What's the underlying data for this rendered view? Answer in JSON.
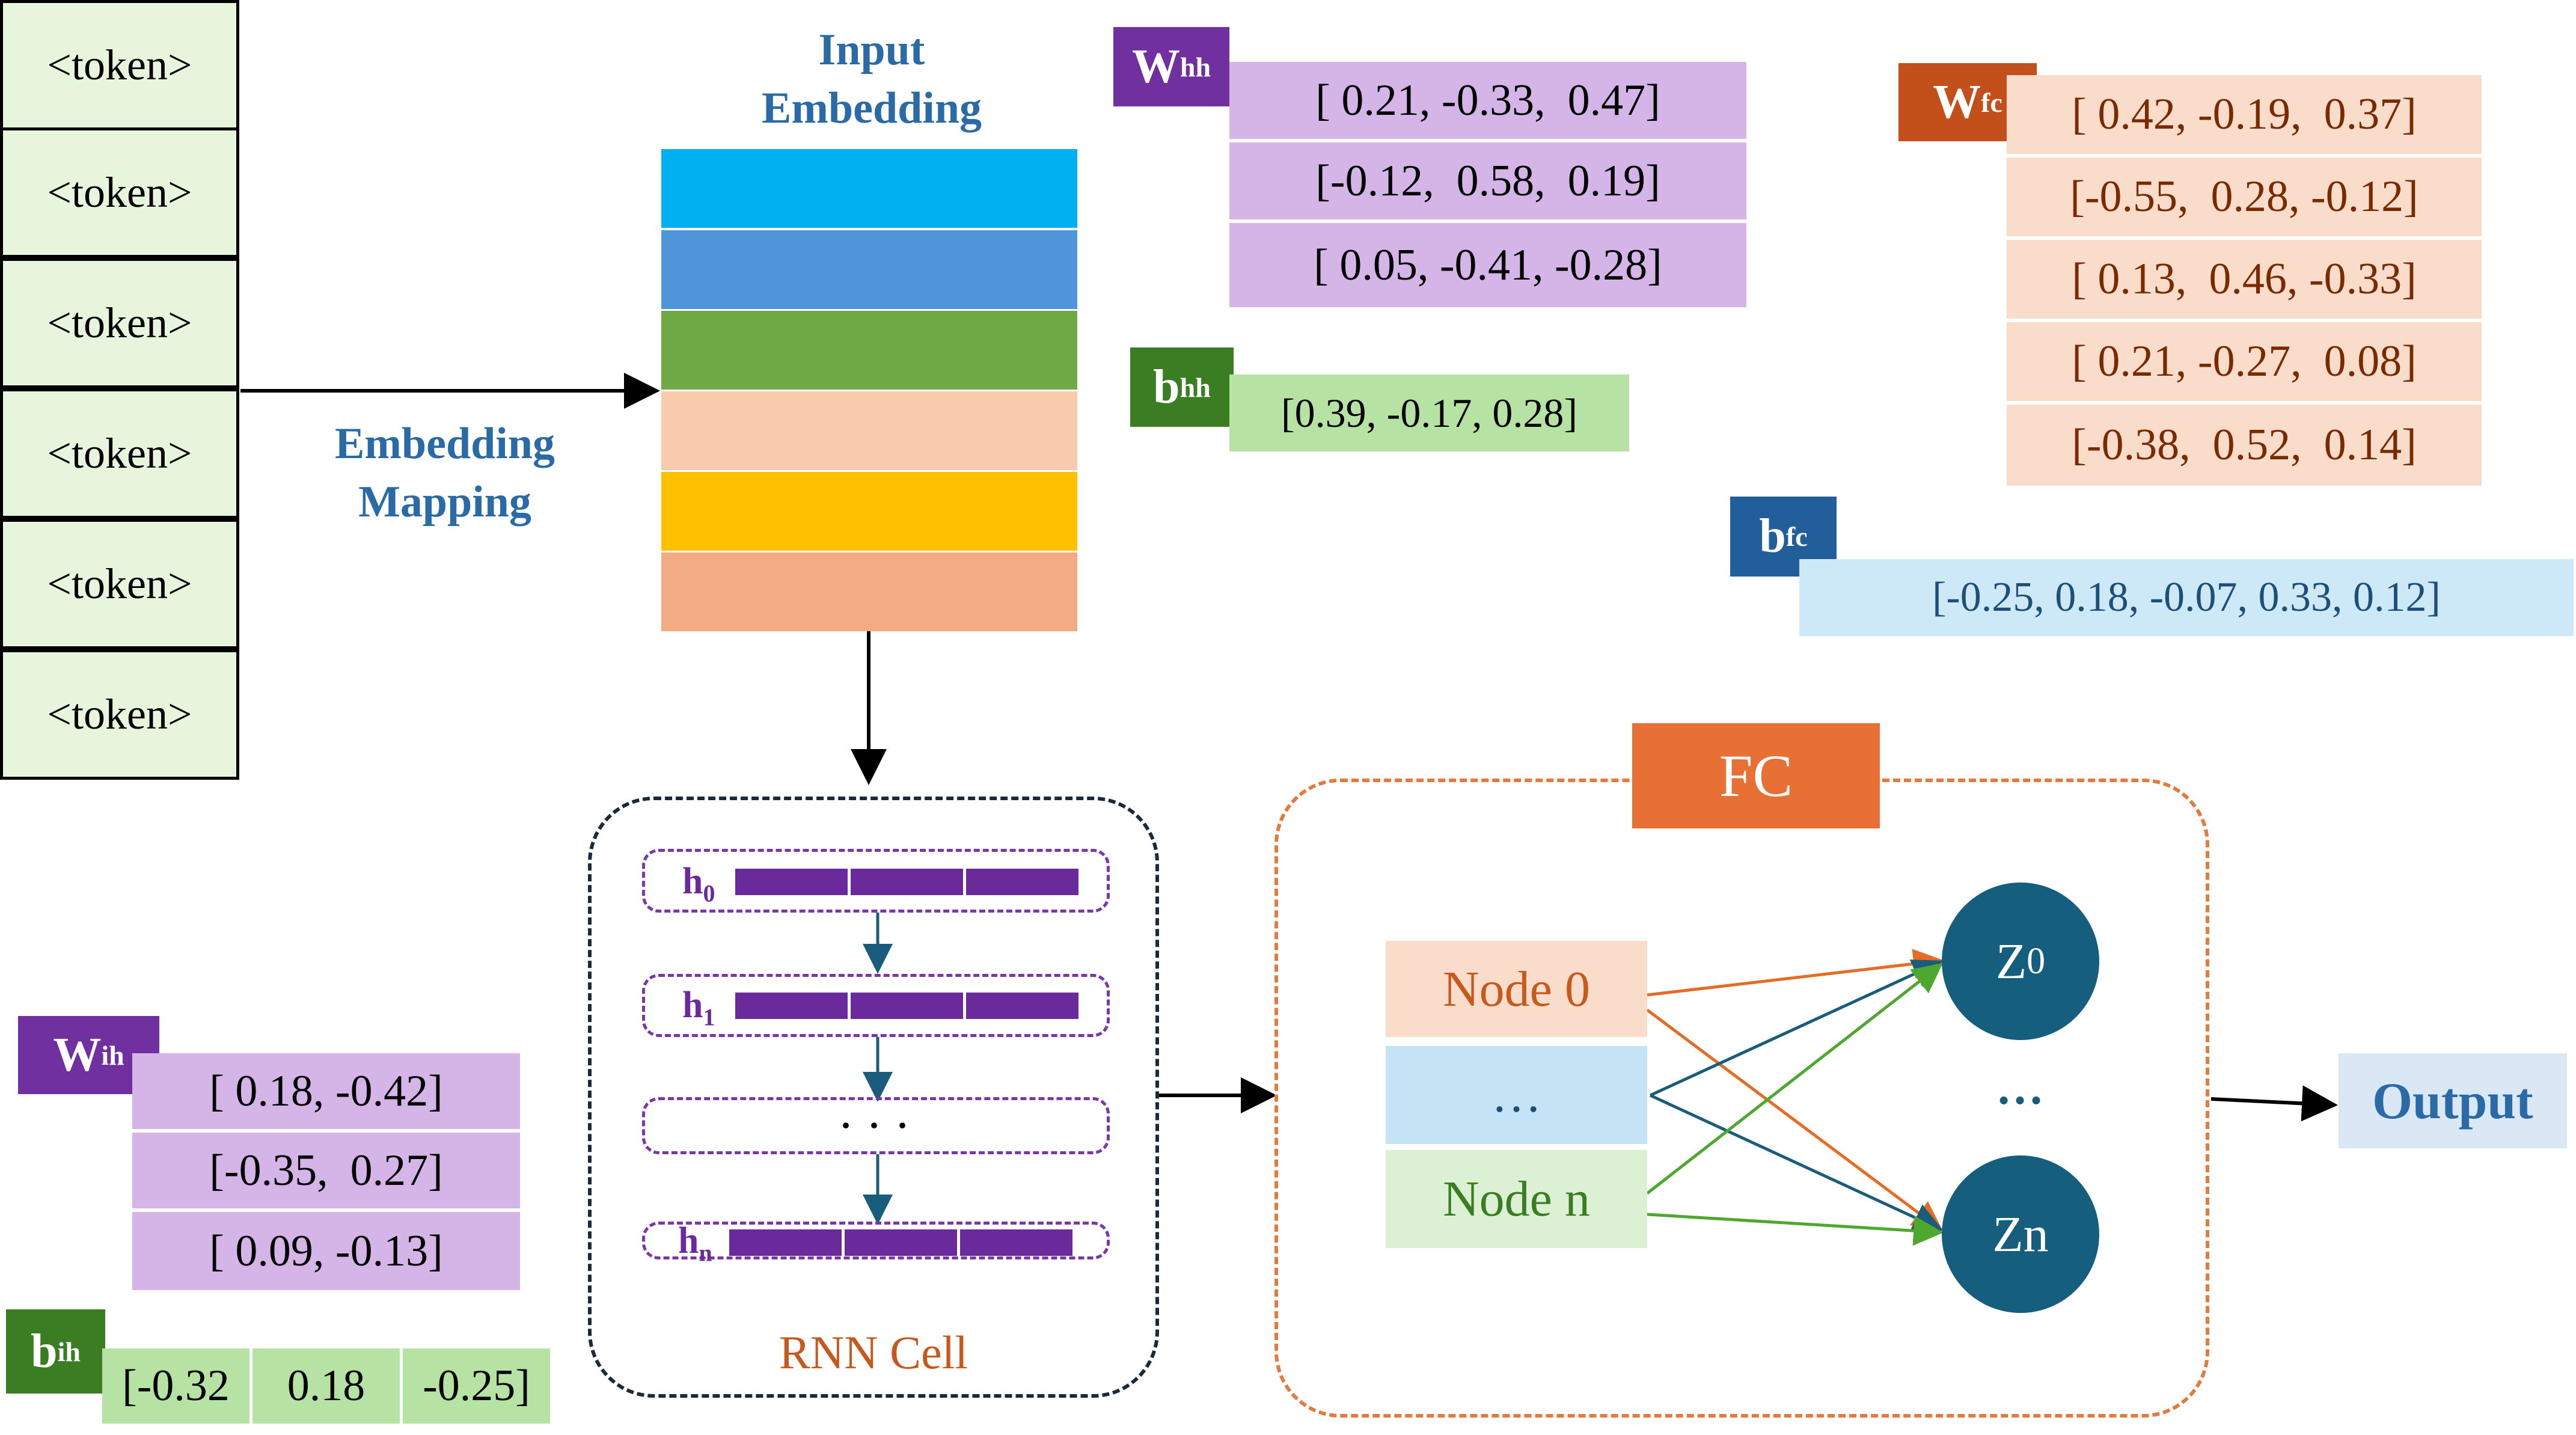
{
  "tokens": [
    "<token>",
    "<token>",
    "<token>",
    "<token>",
    "<token>",
    "<token>"
  ],
  "embedding": {
    "title_line1": "Input",
    "title_line2": "Embedding",
    "mapping_line1": "Embedding",
    "mapping_line2": "Mapping",
    "layer_colors": [
      "#00b0f0",
      "#4e96d9",
      "#6faa45",
      "#f7cbac",
      "#ffc000",
      "#f3ab84"
    ]
  },
  "W_hh": {
    "label": "W",
    "sub": "hh",
    "color": "#7030a0",
    "rows": [
      "[ 0.21, -0.33,  0.47]",
      "[-0.12,  0.58,  0.19]",
      "[ 0.05, -0.41, -0.28]"
    ]
  },
  "b_hh": {
    "label": "b",
    "sub": "hh",
    "color": "#3b7d23",
    "row": "[0.39, -0.17, 0.28]"
  },
  "W_fc": {
    "label": "W",
    "sub": "fc",
    "color": "#c3501a",
    "rows": [
      "[ 0.42, -0.19,  0.37]",
      "[-0.55,  0.28, -0.12]",
      "[ 0.13,  0.46, -0.33]",
      "[ 0.21, -0.27,  0.08]",
      "[-0.38,  0.52,  0.14]"
    ]
  },
  "b_fc": {
    "label": "b",
    "sub": "fc",
    "color": "#225e9a",
    "row": "[-0.25, 0.18, -0.07, 0.33, 0.12]"
  },
  "W_ih": {
    "label": "W",
    "sub": "ih",
    "color": "#7030a0",
    "rows": [
      "[ 0.18, -0.42]",
      "[-0.35,  0.27]",
      "[ 0.09, -0.13]"
    ]
  },
  "b_ih": {
    "label": "b",
    "sub": "ih",
    "color": "#3b7d23",
    "cells": [
      "[-0.32",
      "0.18",
      "-0.25]"
    ]
  },
  "rnn": {
    "caption": "RNN Cell",
    "states": [
      {
        "label": "h",
        "sub": "0"
      },
      {
        "label": "h",
        "sub": "1"
      },
      {
        "label": "· · ·",
        "sub": ""
      },
      {
        "label": "h",
        "sub": "n"
      }
    ]
  },
  "fc": {
    "title": "FC",
    "nodes": [
      "Node 0",
      "…",
      "Node n"
    ],
    "outputs": [
      {
        "label": "Z",
        "sub": "0"
      },
      {
        "label": "Zn",
        "sub": ""
      }
    ],
    "outputs_ellipsis": "…",
    "edge_colors": {
      "node0": "#e46c24",
      "ellipsis": "#1a5c7c",
      "noden": "#4ea72e"
    }
  },
  "output_label": "Output"
}
